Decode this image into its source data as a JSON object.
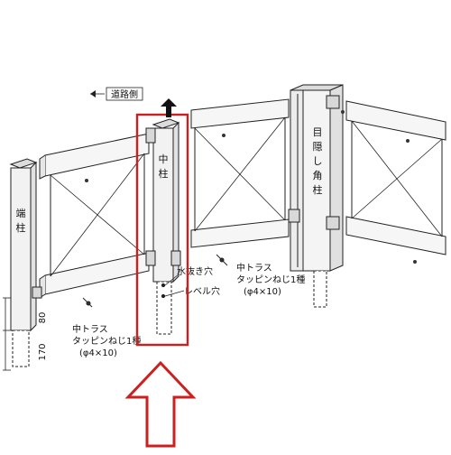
{
  "labels": {
    "road_side": "道路側",
    "end_post": "端柱",
    "middle_post": "中柱",
    "blind_corner_post": "目隠し角柱",
    "drain_hole": "水抜き穴",
    "level_hole": "レベル穴",
    "screw_left": [
      "中トラス",
      "タッピンねじ1種",
      "(φ4×10)"
    ],
    "screw_right": [
      "中トラス",
      "タッピンねじ1種",
      "(φ4×10)"
    ],
    "dim_80": "80",
    "dim_170": "170"
  },
  "colors": {
    "highlight": "#cc1f1f",
    "line": "#222222",
    "panel_fill": "#f6f6f6",
    "post_fill": "#f2f2f2"
  },
  "icons": {
    "up_arrow": "outlined-up-arrow-icon",
    "direction_arrow": "road-direction-arrow-icon"
  }
}
